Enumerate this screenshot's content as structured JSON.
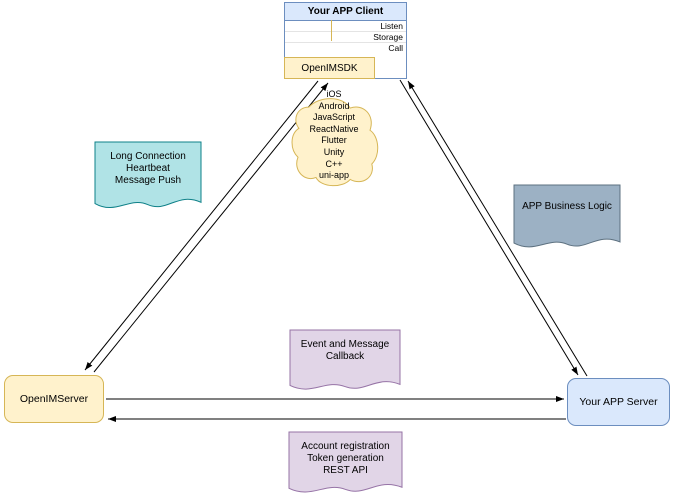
{
  "diagram": {
    "client": {
      "title": "Your APP Client",
      "rows": [
        "Listen",
        "Storage",
        "Call"
      ],
      "sdk_label": "OpenIMSDK"
    },
    "cloud_platforms": "iOS\nAndroid\nJavaScript\nReactNative\nFlutter\nUnity\nC++\nuni-app",
    "servers": {
      "openim": "OpenIMServer",
      "app": "Your APP Server"
    },
    "notes": {
      "long_connection": "Long Connection\nHeartbeat\nMessage Push",
      "business_logic": "APP Business Logic",
      "event_callback": "Event and Message\nCallback",
      "rest_api": "Account registration\nToken generation\nREST API"
    },
    "colors": {
      "blue_fill": "#dae8fc",
      "blue_stroke": "#6c8ebf",
      "yellow_fill": "#fff2cc",
      "yellow_stroke": "#d6b656",
      "teal_fill": "#b0e3e6",
      "teal_stroke": "#0e8088",
      "slate_fill": "#9cb1c4",
      "slate_stroke": "#5d7180",
      "purple_fill": "#e1d5e7",
      "purple_stroke": "#9673a6",
      "arrow": "#000000"
    }
  }
}
